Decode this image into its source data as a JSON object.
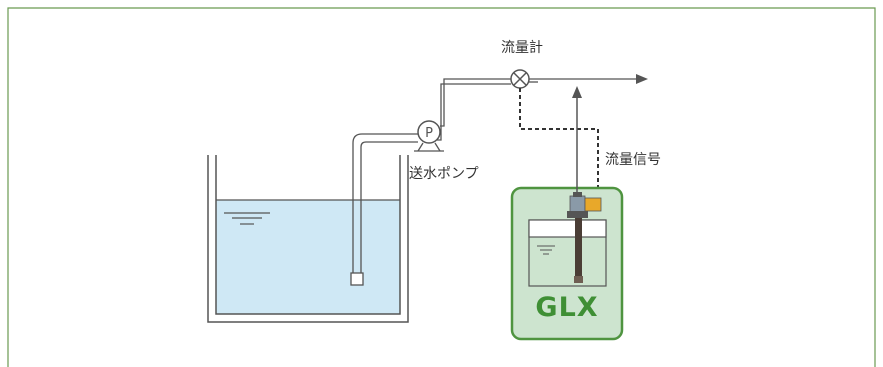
{
  "labels": {
    "flowmeter": "流量計",
    "pump": "送水ポンプ",
    "pump_symbol": "P",
    "signal": "流量信号",
    "device": "GLX"
  },
  "colors": {
    "frame": "#6a9a52",
    "water": "#cfe8f5",
    "device_border": "#4f9440",
    "device_fill": "#cde4cf",
    "device_text": "#3f8f35",
    "line": "#555555"
  },
  "icons": [
    "pump-icon",
    "flowmeter-icon",
    "arrow-right-icon",
    "arrow-up-icon",
    "water-level-icon",
    "sensor-probe-icon"
  ]
}
